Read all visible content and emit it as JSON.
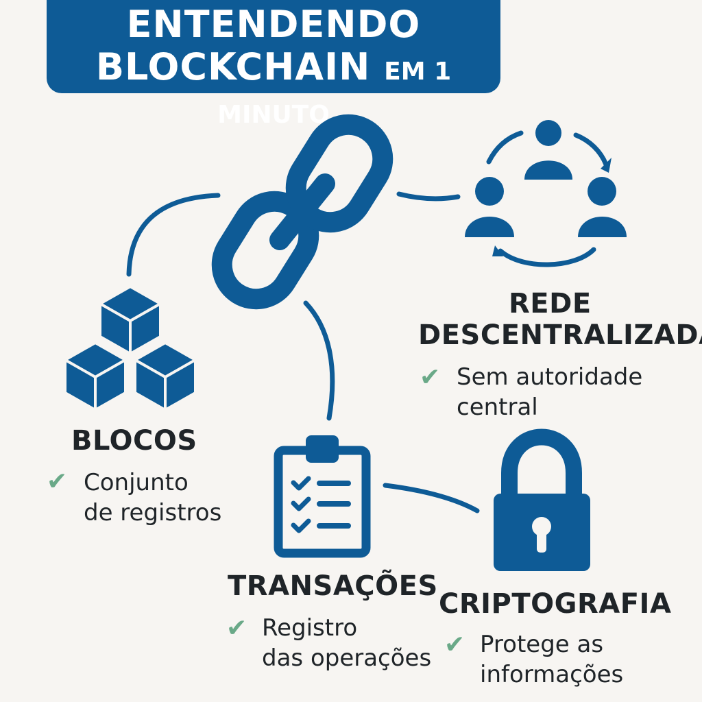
{
  "title": {
    "line1": "ENTENDENDO",
    "line2_main": "BLOCKCHAIN",
    "line2_small": "EM 1 MINUTO"
  },
  "colors": {
    "primary": "#0e5b96",
    "check": "#6aa988",
    "text": "#1f2428",
    "background": "#f7f5f2"
  },
  "nodes": {
    "blocos": {
      "icon": "cubes-icon",
      "title": "BLOCOS",
      "desc_line1": "Conjunto",
      "desc_line2": "de registros"
    },
    "rede": {
      "icon": "network-users-icon",
      "title_line1": "REDE",
      "title_line2": "DESCENTRALIZADA",
      "desc_line1": "Sem autoridade",
      "desc_line2": "central"
    },
    "transacoes": {
      "icon": "clipboard-checklist-icon",
      "title": "TRANSAÇÕES",
      "desc_line1": "Registro",
      "desc_line2": "das operações"
    },
    "criptografia": {
      "icon": "padlock-icon",
      "title": "CRIPTOGRAFIA",
      "desc_line1": "Protege as",
      "desc_line2": "informações"
    }
  },
  "center_icon": "chain-link-icon",
  "check_icon": "check-icon"
}
